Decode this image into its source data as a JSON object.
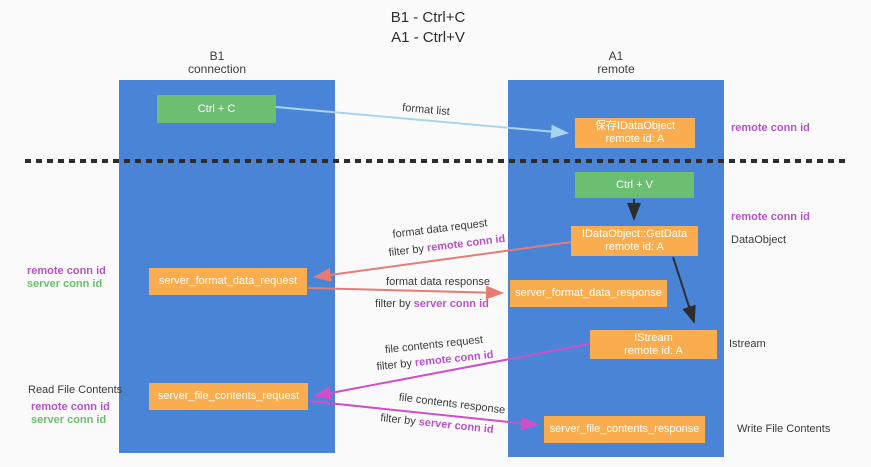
{
  "title": {
    "line1": "B1 - Ctrl+C",
    "line2": "A1 - Ctrl+V"
  },
  "columns": {
    "left": {
      "header_line1": "B1",
      "header_line2": "connection"
    },
    "right": {
      "header_line1": "A1",
      "header_line2": "remote"
    }
  },
  "boxes": {
    "ctrl_c": {
      "label": "Ctrl + C"
    },
    "save_idataobject": {
      "line1": "保存IDataObject",
      "line2": "remote id: A"
    },
    "ctrl_v": {
      "label": "Ctrl + V"
    },
    "getdata": {
      "line1": "IDataObject::GetData",
      "line2": "remote id: A"
    },
    "format_request": {
      "label": "server_format_data_request"
    },
    "format_response": {
      "label": "server_format_data_response"
    },
    "istream": {
      "line1": "IStream",
      "line2": "remote id: A"
    },
    "file_request": {
      "label": "server_file_contents_request"
    },
    "file_response": {
      "label": "server_file_contents_response"
    }
  },
  "arrow_labels": {
    "format_list": "format list",
    "format_data_request": "format data request",
    "format_data_response": "format data response",
    "file_contents_request": "file contents request",
    "file_contents_response": "file contents response",
    "filter_by": "filter by ",
    "remote_conn_id": "remote conn id",
    "server_conn_id": "server conn id"
  },
  "side_labels": {
    "remote_conn_id": "remote conn id",
    "server_conn_id": "server conn id",
    "dataobject": "DataObject",
    "istream": "Istream",
    "read_file_contents": "Read File Contents",
    "write_file_contents": "Write File Contents"
  },
  "colors": {
    "column_blue": "#4a84d6",
    "box_green": "#6cbe70",
    "box_orange": "#f9ad4e",
    "arrow_blue": "#a9d3ee",
    "arrow_black": "#2d2d2d",
    "arrow_salmon": "#e87b74",
    "arrow_magenta": "#cf4ec9",
    "text_purple": "#b653c9",
    "text_green": "#6cbf6e"
  }
}
